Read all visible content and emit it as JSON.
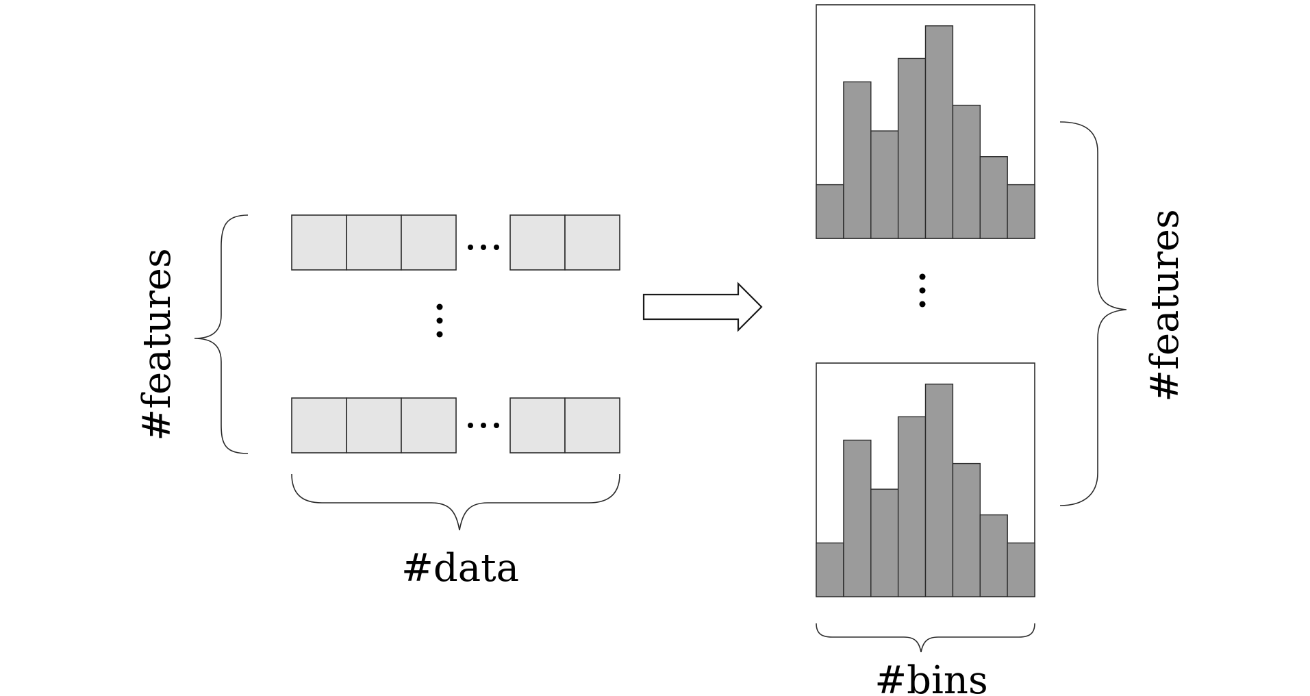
{
  "labels": {
    "features_left": "#features",
    "data": "#data",
    "features_right": "#features",
    "bins": "#bins"
  },
  "colors": {
    "cell_fill": "#e5e5e5",
    "bar_fill": "#9b9b9b",
    "stroke": "#2a2a2a"
  },
  "data_matrix": {
    "rows_drawn": 2,
    "cells_before_ellipsis": 3,
    "cells_after_ellipsis": 2
  },
  "histograms": [
    {
      "bin_heights": [
        0.23,
        0.67,
        0.46,
        0.77,
        0.91,
        0.57,
        0.35,
        0.23
      ]
    },
    {
      "bin_heights": [
        0.23,
        0.67,
        0.46,
        0.77,
        0.91,
        0.57,
        0.35,
        0.23
      ]
    }
  ]
}
